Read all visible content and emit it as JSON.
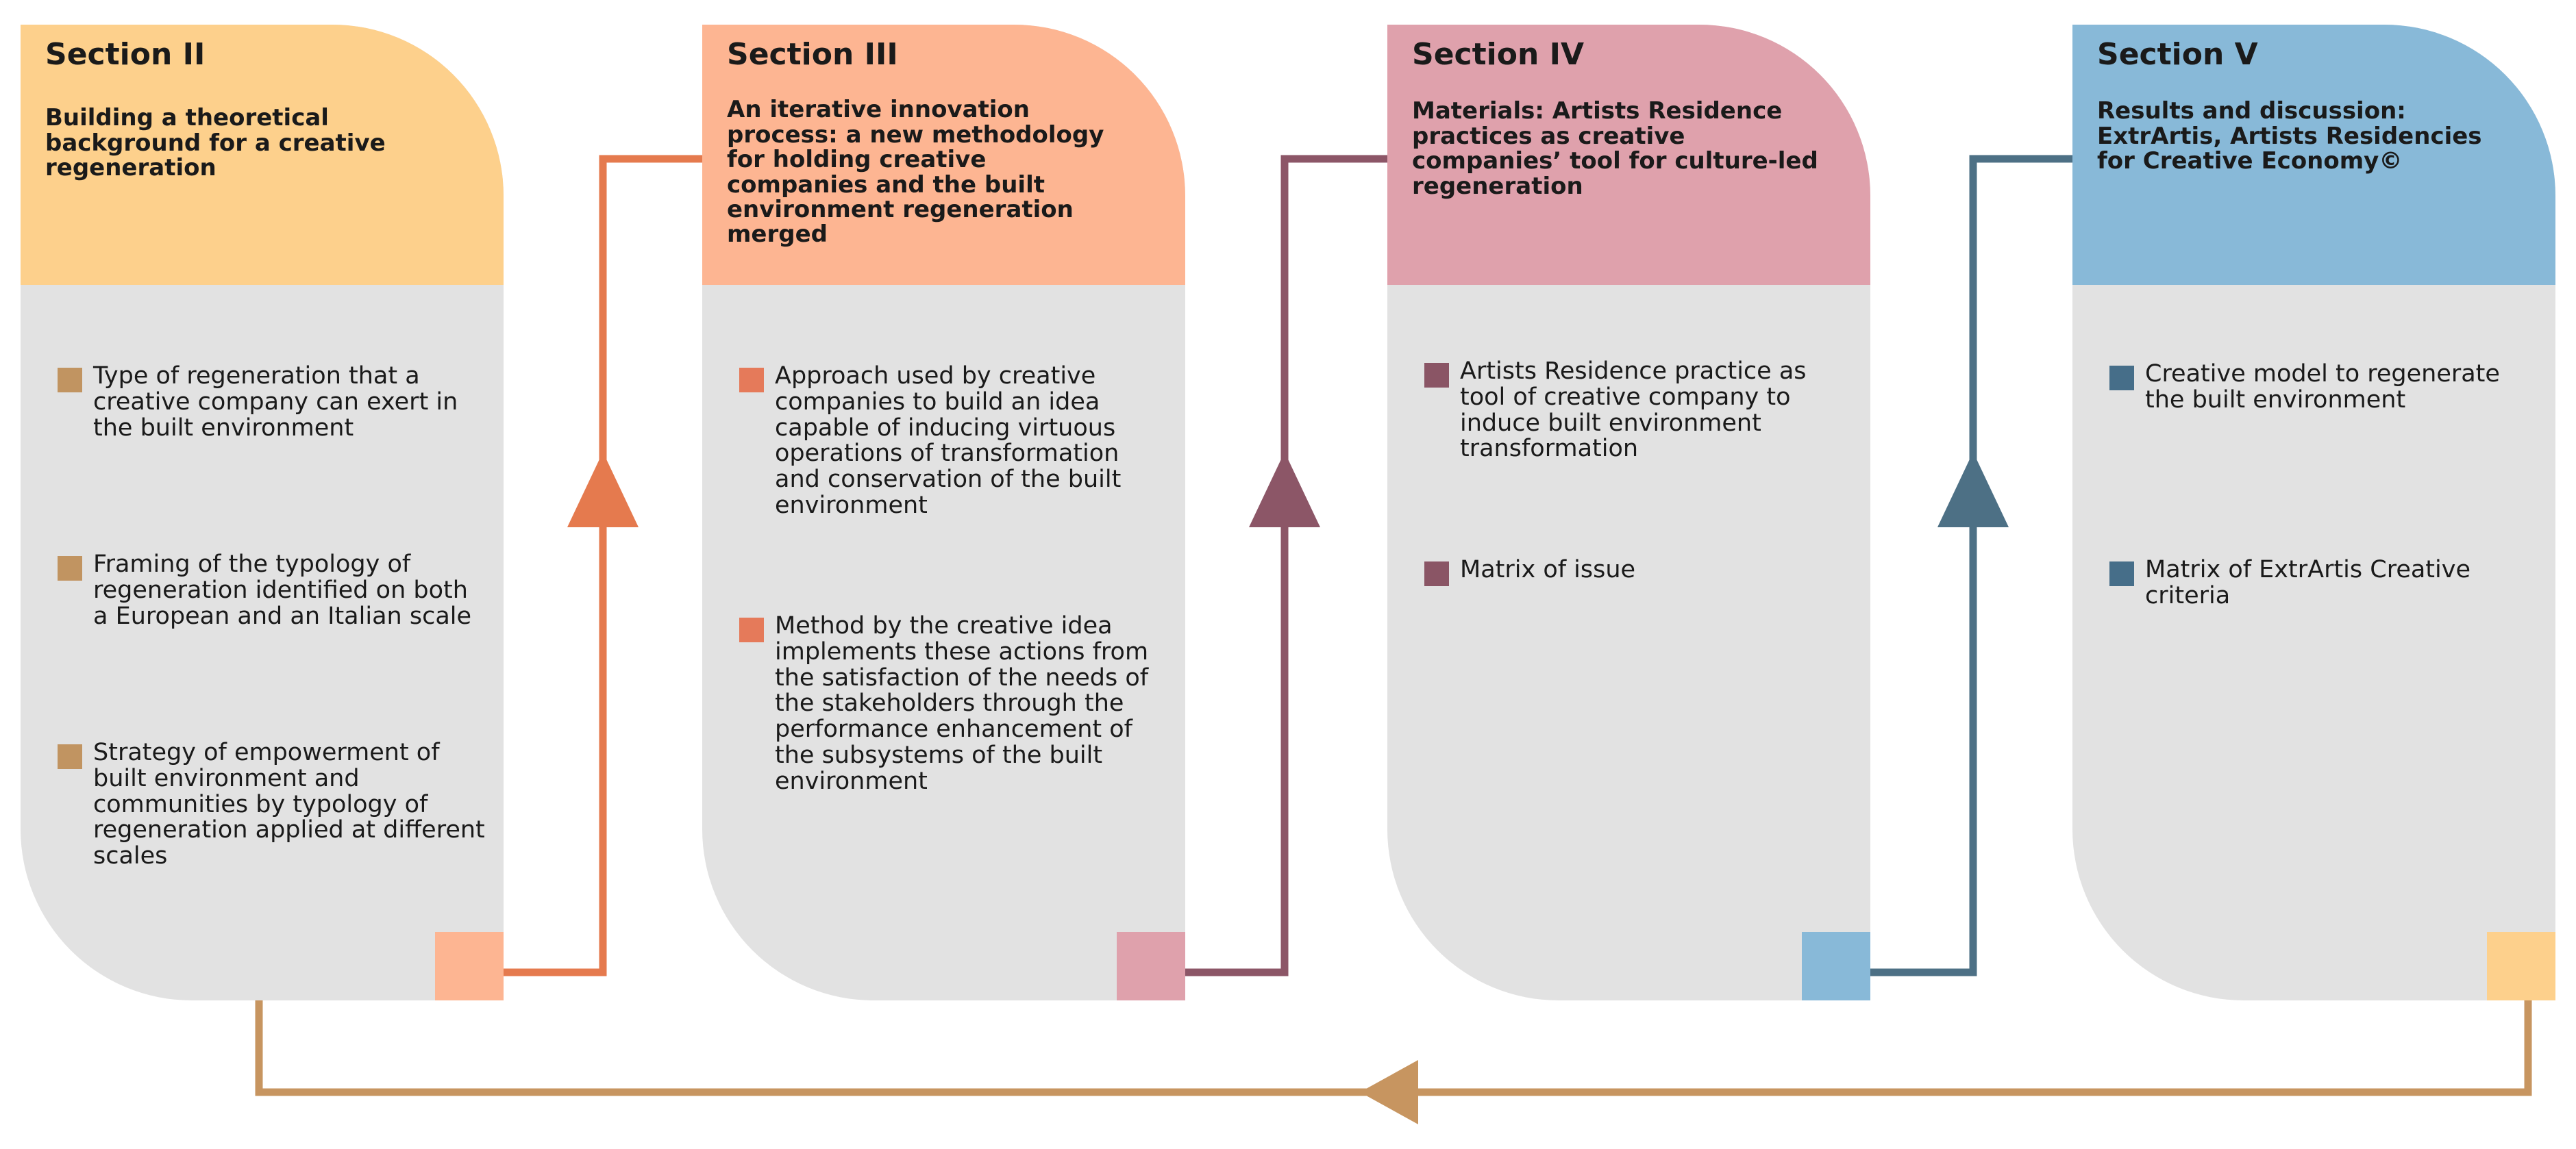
{
  "colors": {
    "s2_head": "#fdd08c",
    "s2_bullet": "#c19461",
    "s2_corner": "#fdb592",
    "s3_head": "#fdb592",
    "s3_bullet": "#e57a5a",
    "s3_corner": "#dfa1ac",
    "s4_head": "#dfa1ac",
    "s4_bullet": "#8a5565",
    "s4_corner": "#88b9d8",
    "s5_head": "#88b9d8",
    "s5_bullet": "#466e89",
    "s5_corner": "#fdd08c",
    "card_body": "#e2e2e2",
    "connector_2_3": "#e57a4e",
    "connector_3_4": "#8c5667",
    "connector_4_5": "#4d7085",
    "return_loop": "#c79560"
  },
  "sections": [
    {
      "title": "Section II",
      "subtitle": "Building a theoretical background for a creative regeneration",
      "items": [
        "Type of regeneration that a creative company can exert in the built environment",
        "Framing of the typology of regeneration identified on both a European and an Italian scale",
        "Strategy of empowerment of built environment and communities by typology of regeneration applied at different scales"
      ]
    },
    {
      "title": "Section III",
      "subtitle": "An iterative innovation process: a new methodology for holding creative companies and the built environment regeneration merged",
      "items": [
        "Approach used by creative companies to build an idea capable of inducing virtuous operations of transformation and conservation of the built environment",
        "Method by the creative idea implements these actions from the satisfaction of the needs of the stakeholders through the performance enhancement of the subsystems of the built environment"
      ]
    },
    {
      "title": "Section IV",
      "subtitle": "Materials: Artists Residence practices as creative companies’ tool for culture-led regeneration",
      "items": [
        "Artists Residence practice as tool of creative company to induce built environment transformation",
        "Matrix of issue"
      ]
    },
    {
      "title": "Section V",
      "subtitle": "Results and discussion: ExtrArtis, Artists Residencies for Creative Economy©",
      "items": [
        "Creative model to regenerate the built environment",
        "Matrix of ExtrArtis Creative criteria"
      ]
    }
  ]
}
